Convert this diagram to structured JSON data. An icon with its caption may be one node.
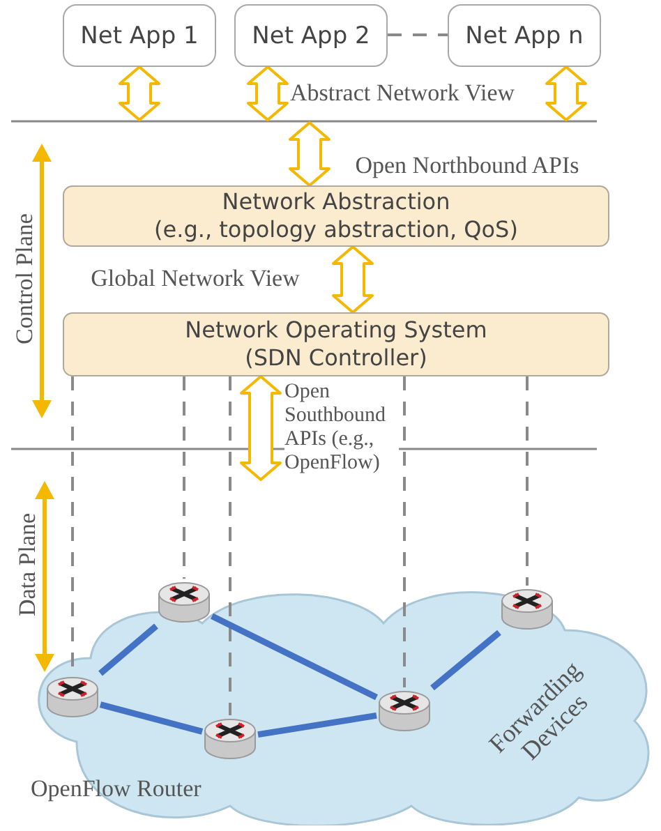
{
  "diagram": {
    "nodes": [
      {
        "text": [
          "Net App 1"
        ]
      },
      {
        "text": [
          "Net App 2"
        ]
      },
      {
        "text": [
          "Net App n"
        ]
      },
      {
        "text": [
          "Network Abstraction",
          "(e.g., topology abstraction, QoS)"
        ]
      },
      {
        "text": [
          "Network Operating System",
          "(SDN Controller)"
        ]
      },
      {
        "text": [
          "Forwarding Devices"
        ]
      },
      {
        "text": [],
        "shape": "cylinder",
        "in": 5
      },
      {
        "text": [],
        "shape": "cylinder",
        "in": 5
      },
      {
        "text": [],
        "shape": "cylinder",
        "in": 5
      },
      {
        "text": [],
        "shape": "cylinder",
        "in": 5
      },
      {
        "text": [],
        "shape": "cylinder",
        "in": 5
      }
    ],
    "edges": [
      {
        "from": 0,
        "to": null,
        "arrow": "both",
        "color": "#f5b800"
      },
      {
        "from": 1,
        "to": null,
        "arrow": "both",
        "color": "#f5b800"
      },
      {
        "from": 2,
        "to": null,
        "arrow": "both",
        "color": "#f5b800"
      },
      {
        "from": 1,
        "to": 2,
        "arrow": "none",
        "style": "dashed"
      },
      {
        "from": null,
        "to": 3,
        "arrow": "both",
        "label": "Open Northbound APIs",
        "color": "#f5b800"
      },
      {
        "from": 3,
        "to": 4,
        "arrow": "both",
        "label": "Global Network View",
        "color": "#f5b800"
      },
      {
        "from": 4,
        "to": null,
        "arrow": "both",
        "label": "Open Southbound APIs (e.g., OpenFlow)",
        "color": "#f5b800"
      },
      {
        "from": 4,
        "to": 6,
        "arrow": "none",
        "style": "dashed"
      },
      {
        "from": 4,
        "to": 7,
        "arrow": "none",
        "style": "dashed"
      },
      {
        "from": 4,
        "to": 8,
        "arrow": "none",
        "style": "dashed"
      },
      {
        "from": 4,
        "to": 9,
        "arrow": "none",
        "style": "dashed"
      },
      {
        "from": 4,
        "to": 10,
        "arrow": "none",
        "style": "dashed"
      },
      {
        "from": 6,
        "to": 7,
        "arrow": "none",
        "style": "thick",
        "color": "#4472c4"
      },
      {
        "from": 7,
        "to": 9,
        "arrow": "none",
        "style": "thick",
        "color": "#4472c4"
      },
      {
        "from": 6,
        "to": 8,
        "arrow": "none",
        "style": "thick",
        "color": "#4472c4"
      },
      {
        "from": 8,
        "to": 9,
        "arrow": "none",
        "style": "thick",
        "color": "#4472c4"
      },
      {
        "from": 9,
        "to": 10,
        "arrow": "none",
        "style": "thick",
        "color": "#4472c4"
      }
    ],
    "labels": [
      "Abstract Network View",
      "Control Plane",
      "Data Plane",
      "OpenFlow Router"
    ]
  }
}
